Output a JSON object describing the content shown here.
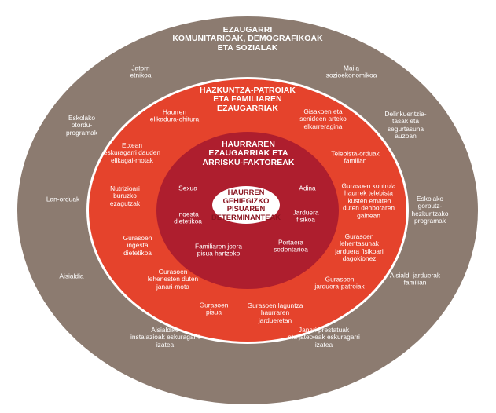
{
  "colors": {
    "outer_ring": "#8c7b70",
    "middle_ring": "#e5432c",
    "inner_ring": "#ae1e2e",
    "core": "#ffffff",
    "core_text": "#8a1420",
    "separator": "#ffffff"
  },
  "outer": {
    "title": "EZAUGARRI\nKOMUNITARIOAK, DEMOGRAFIKOAK\nETA SOZIALAK",
    "items": [
      "Jatorri\netnikoa",
      "Maila\nsozioekonomikoa",
      "Eskolako\notordu-\nprogramak",
      "Delinkuentzia-\ntasak eta\nsegurtasuna\nauzoan",
      "Lan-orduak",
      "Eskolako\ngorputz-\nhezkuntzako\nprogramak",
      "Aisialdia",
      "Aisialdi-jarduerak\nfamilian",
      "Aisialdiko\ninstalazioak eskuragarri\nizatea",
      "Janari prestatuak\neta jatetxeak eskuragarri\nizatea"
    ]
  },
  "middle": {
    "title": "HAZKUNTZA-PATROIAK\nETA FAMILIAREN\nEZAUGARRIAK",
    "items": [
      "Haurren\nelikadura-ohitura",
      "Gisakoen eta\nsenideen arteko\nelkarreragina",
      "Etxean\neskuragarri dauden\nelikagai-motak",
      "Telebista-orduak\nfamilian",
      "Nutrizioari\nburuzko\nezagutzak",
      "Gurasoen kontrola\nhaurrek telebista\nikusten ematen\nduten denboraren\ngainean",
      "Gurasoen\ningesta\ndietetikoa",
      "Gurasoen\nlehentasunak\njarduera fisikoari\ndagokionez",
      "Gurasoen\nlehenesten duten\njanari-mota",
      "Gurasoen\njarduera-patroiak",
      "Gurasoen\npisua",
      "Gurasoen laguntza\nhaurraren\njardueretan"
    ]
  },
  "inner": {
    "title": "HAURRAREN\nEZAUGARRIAK ETA\nARRISKU-FAKTOREAK",
    "items": [
      "Sexua",
      "Adina",
      "Ingesta\ndietetikoa",
      "Jarduera\nfisikoa",
      "Familiaren joera\npisua hartzeko",
      "Portaera\nsedentarioa"
    ]
  },
  "core": {
    "title": "HAURREN\nGEHIEGIZKO\nPISUAREN\nDETERMINANTEAK"
  }
}
